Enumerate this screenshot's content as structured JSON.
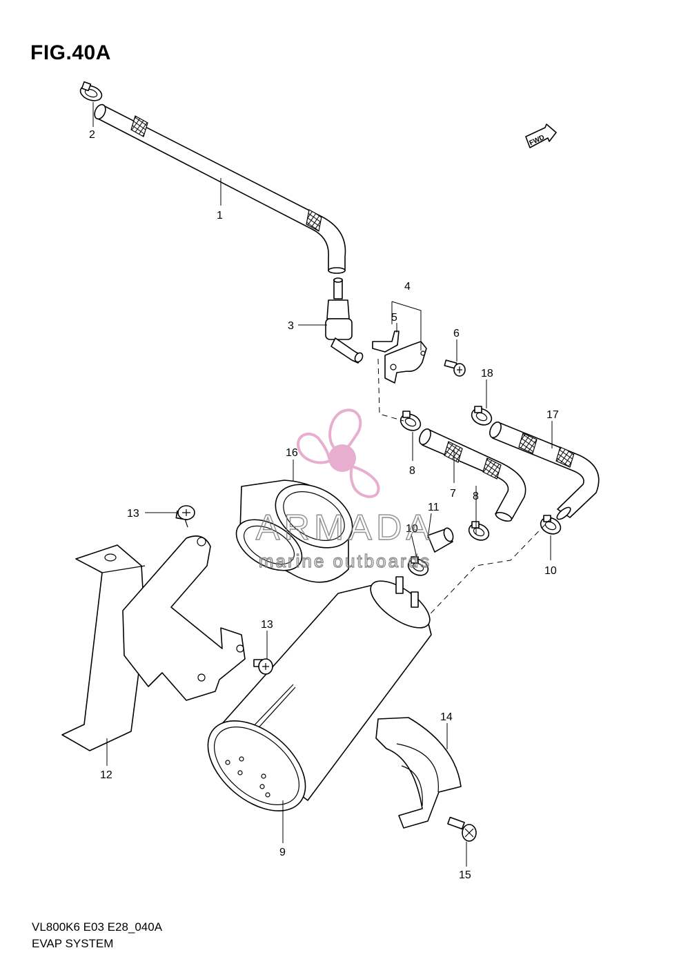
{
  "figure": {
    "title": "FIG.40A",
    "model_code": "VL800K6 E03 E28_040A",
    "section_name": "EVAP SYSTEM",
    "direction_marker": "FWD"
  },
  "watermark": {
    "brand": "ARMADA",
    "tagline": "marine outboards",
    "logo_color": "#e4a0c8",
    "text_color": "#7a7a7a"
  },
  "callouts": [
    {
      "id": "c1",
      "label": "1"
    },
    {
      "id": "c2",
      "label": "2"
    },
    {
      "id": "c3",
      "label": "3"
    },
    {
      "id": "c4",
      "label": "4"
    },
    {
      "id": "c5",
      "label": "5"
    },
    {
      "id": "c6",
      "label": "6"
    },
    {
      "id": "c7",
      "label": "7"
    },
    {
      "id": "c8a",
      "label": "8"
    },
    {
      "id": "c8b",
      "label": "8"
    },
    {
      "id": "c9",
      "label": "9"
    },
    {
      "id": "c10a",
      "label": "10"
    },
    {
      "id": "c10b",
      "label": "10"
    },
    {
      "id": "c11",
      "label": "11"
    },
    {
      "id": "c12",
      "label": "12"
    },
    {
      "id": "c13a",
      "label": "13"
    },
    {
      "id": "c13b",
      "label": "13"
    },
    {
      "id": "c14",
      "label": "14"
    },
    {
      "id": "c15",
      "label": "15"
    },
    {
      "id": "c16",
      "label": "16"
    },
    {
      "id": "c17",
      "label": "17"
    },
    {
      "id": "c18",
      "label": "18"
    }
  ]
}
